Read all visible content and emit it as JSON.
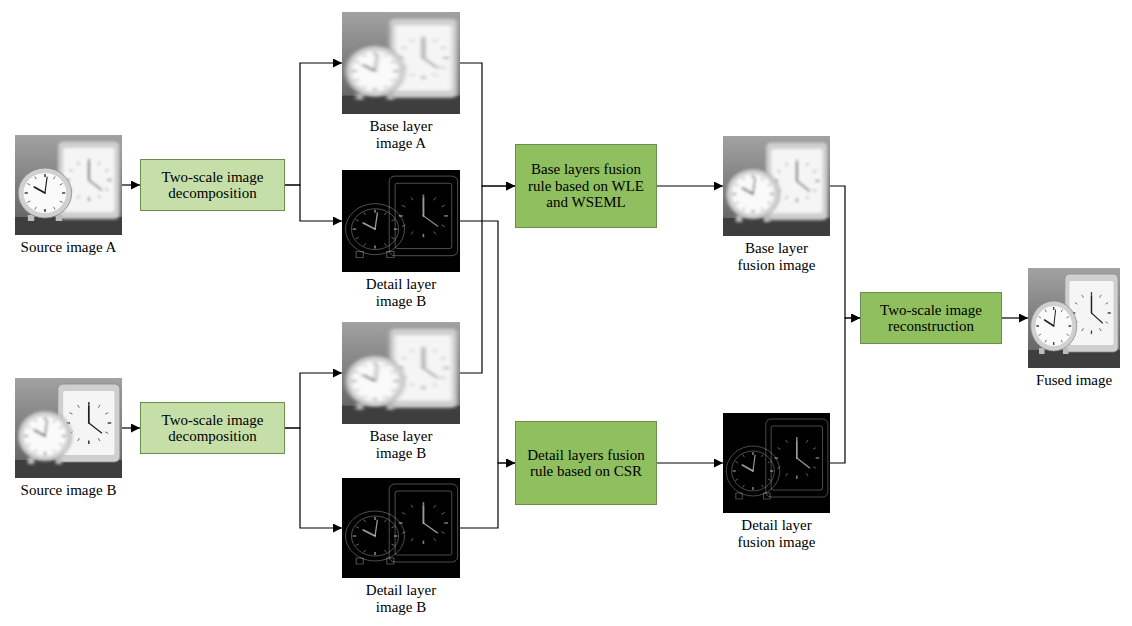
{
  "diagram": {
    "nodes": [
      {
        "text": [
          "Source image A"
        ]
      },
      {
        "text": [
          "Two-scale image decomposition"
        ]
      },
      {
        "text": [
          "Base layer image A"
        ]
      },
      {
        "text": [
          "Detail layer image B"
        ]
      },
      {
        "text": [
          "Base layers fusion rule based on WLE and WSEML"
        ]
      },
      {
        "text": [
          "Base layer fusion image"
        ]
      },
      {
        "text": [
          "Two-scale image reconstruction"
        ]
      },
      {
        "text": [
          "Fused image"
        ]
      },
      {
        "text": [
          "Source image B"
        ]
      },
      {
        "text": [
          "Two-scale image decomposition"
        ]
      },
      {
        "text": [
          "Base layer image B"
        ]
      },
      {
        "text": [
          "Detail layers fusion rule based on CSR"
        ]
      },
      {
        "text": [
          "Detail layer fusion image"
        ]
      },
      {
        "text": [
          "Detail layer image B"
        ]
      }
    ],
    "edges": [
      {
        "from": 0,
        "to": 1,
        "arrow": "to"
      },
      {
        "from": 1,
        "to": 2,
        "arrow": "to"
      },
      {
        "from": 1,
        "to": 3,
        "arrow": "to"
      },
      {
        "from": 2,
        "to": 4,
        "arrow": "to"
      },
      {
        "from": 10,
        "to": 4,
        "arrow": "to"
      },
      {
        "from": 3,
        "to": 11,
        "arrow": "to"
      },
      {
        "from": 13,
        "to": 11,
        "arrow": "to"
      },
      {
        "from": 4,
        "to": 5,
        "arrow": "to"
      },
      {
        "from": 5,
        "to": 6,
        "arrow": "to"
      },
      {
        "from": 12,
        "to": 6,
        "arrow": "to"
      },
      {
        "from": 11,
        "to": 12,
        "arrow": "to"
      },
      {
        "from": 6,
        "to": 7,
        "arrow": "to"
      },
      {
        "from": 8,
        "to": 9,
        "arrow": "to"
      },
      {
        "from": 9,
        "to": 10,
        "arrow": "to"
      },
      {
        "from": 9,
        "to": 13,
        "arrow": "to"
      }
    ]
  }
}
